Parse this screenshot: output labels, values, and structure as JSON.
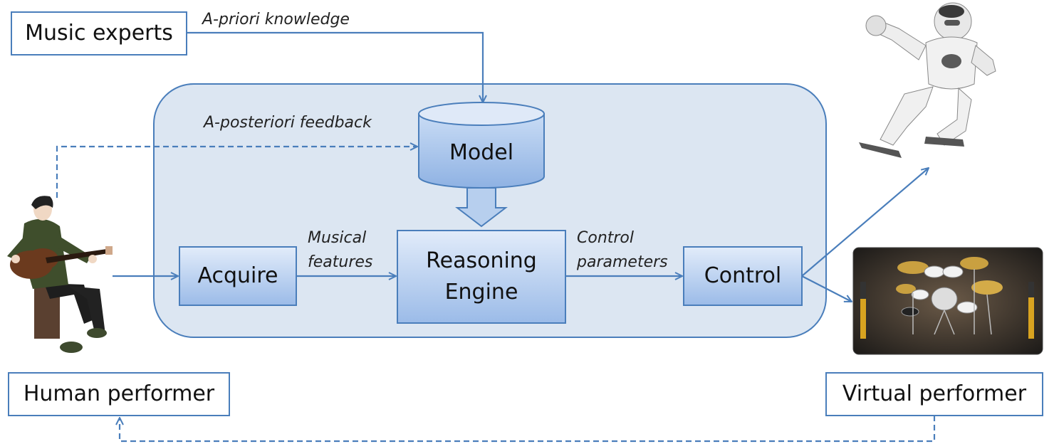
{
  "nodes": {
    "music_experts": "Music experts",
    "human_performer": "Human performer",
    "virtual_performer": "Virtual performer",
    "model": "Model",
    "acquire": "Acquire",
    "reasoning_engine": [
      "Reasoning",
      "Engine"
    ],
    "control": "Control"
  },
  "edge_labels": {
    "a_priori": "A-priori knowledge",
    "a_posteriori": "A-posteriori feedback",
    "musical_features": [
      "Musical",
      "features"
    ],
    "control_parameters": [
      "Control",
      "parameters"
    ]
  },
  "colors": {
    "line": "#4a7ebb",
    "panel_fill": "#dce6f2",
    "box_fill_top": "#dbe7f8",
    "box_fill_bottom": "#9fbfe9",
    "outline_box_border": "#4a7ebb"
  }
}
